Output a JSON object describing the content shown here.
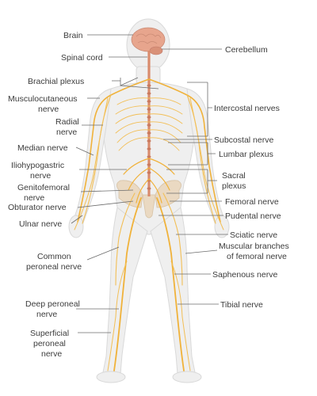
{
  "colors": {
    "body_fill": "#efefef",
    "body_outline": "#d9d9d9",
    "nerve": "#f0b23a",
    "brain": "#e7a58d",
    "spinal_cord": "#d98b6c",
    "label_text": "#3c3c3c",
    "leader_line": "#6b6b6b"
  },
  "labels": {
    "brain": "Brain",
    "spinal_cord": "Spinal cord",
    "brachial_plexus": "Brachial plexus",
    "musculocutaneous_1": "Musculocutaneous",
    "musculocutaneous_2": "nerve",
    "radial_1": "Radial",
    "radial_2": "nerve",
    "median": "Median nerve",
    "iliohypogastric_1": "Iliohypogastric",
    "iliohypogastric_2": "nerve",
    "genitofemoral_1": "Genitofemoral",
    "genitofemoral_2": "nerve",
    "obturator": "Obturator nerve",
    "ulnar": "Ulnar nerve",
    "common_peroneal_1": "Common",
    "common_peroneal_2": "peroneal nerve",
    "deep_peroneal_1": "Deep peroneal",
    "deep_peroneal_2": "nerve",
    "superficial_peroneal_1": "Superficial",
    "superficial_peroneal_2": "peroneal",
    "superficial_peroneal_3": "nerve",
    "cerebellum": "Cerebellum",
    "intercostal": "Intercostal nerves",
    "subcostal": "Subcostal nerve",
    "lumbar_plexus": "Lumbar plexus",
    "sacral_plexus_1": "Sacral",
    "sacral_plexus_2": "plexus",
    "femoral": "Femoral nerve",
    "pudental": "Pudental nerve",
    "sciatic": "Sciatic nerve",
    "muscular_branches_1": "Muscular branches",
    "muscular_branches_2": "of femoral nerve",
    "saphenous": "Saphenous nerve",
    "tibial": "Tibial nerve"
  }
}
